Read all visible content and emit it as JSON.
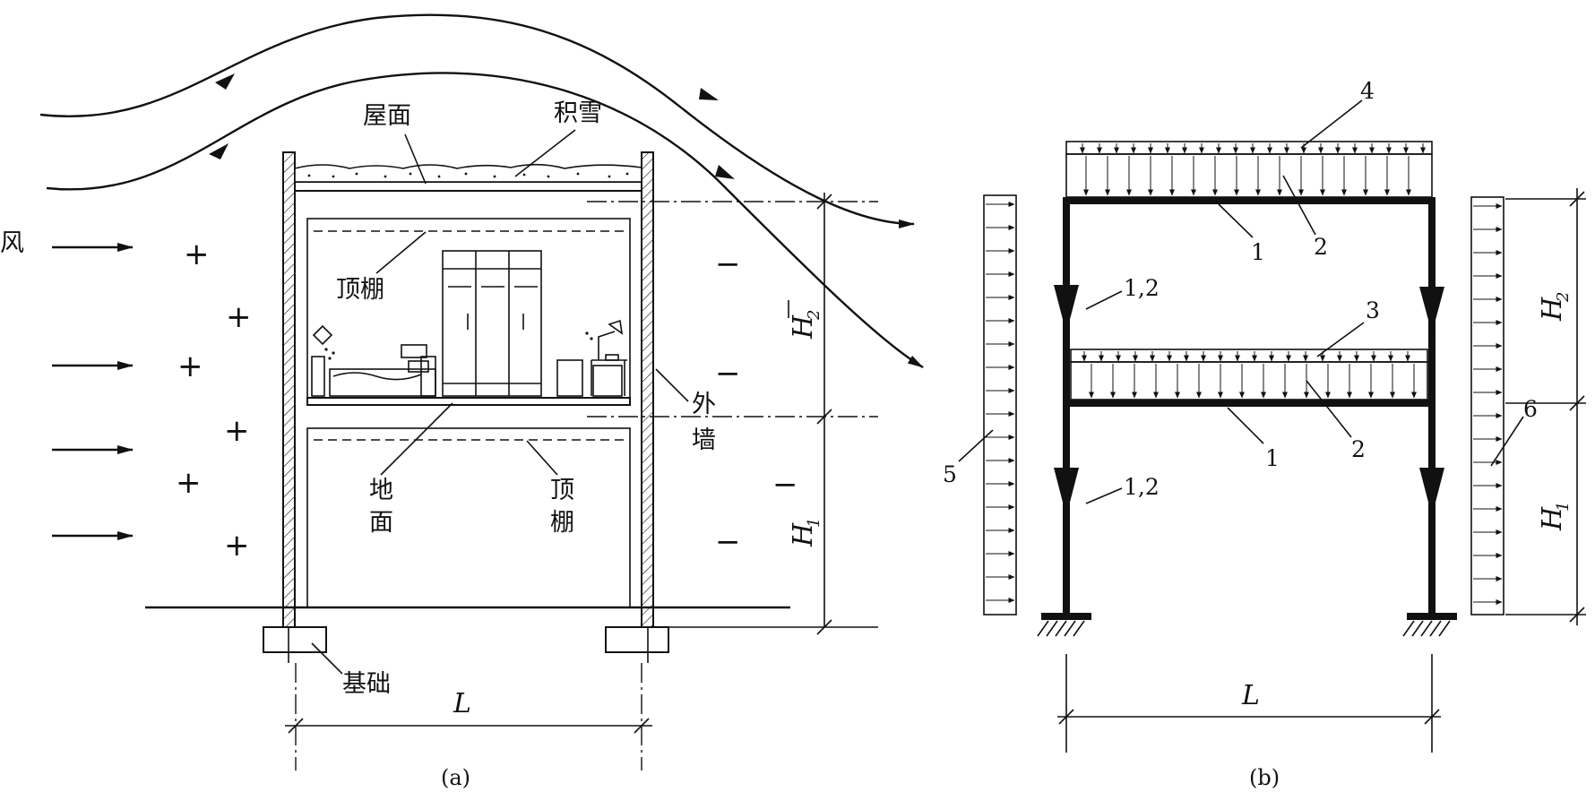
{
  "panel_a": {
    "wind": "风",
    "roof": "屋面",
    "snow": "积雪",
    "ceiling_upper": "顶棚",
    "outer_wall": [
      "外",
      "墙"
    ],
    "floor": [
      "地",
      "面"
    ],
    "ceiling_lower": [
      "顶",
      "棚"
    ],
    "foundation": "基础",
    "h2": "H",
    "h2_sub": "2",
    "h1": "H",
    "h1_sub": "1",
    "span": "L",
    "caption": "(a)",
    "pressure_plus": "+",
    "pressure_minus": "−"
  },
  "panel_b": {
    "callout_4": "4",
    "callout_1_top": "1",
    "callout_2_top": "2",
    "callout_12_upper": "1,2",
    "callout_3": "3",
    "callout_1_mid": "1",
    "callout_2_mid": "2",
    "callout_12_lower": "1,2",
    "callout_5": "5",
    "callout_6": "6",
    "h2": "H",
    "h2_sub": "2",
    "h1": "H",
    "h1_sub": "1",
    "span": "L",
    "caption": "(b)"
  }
}
